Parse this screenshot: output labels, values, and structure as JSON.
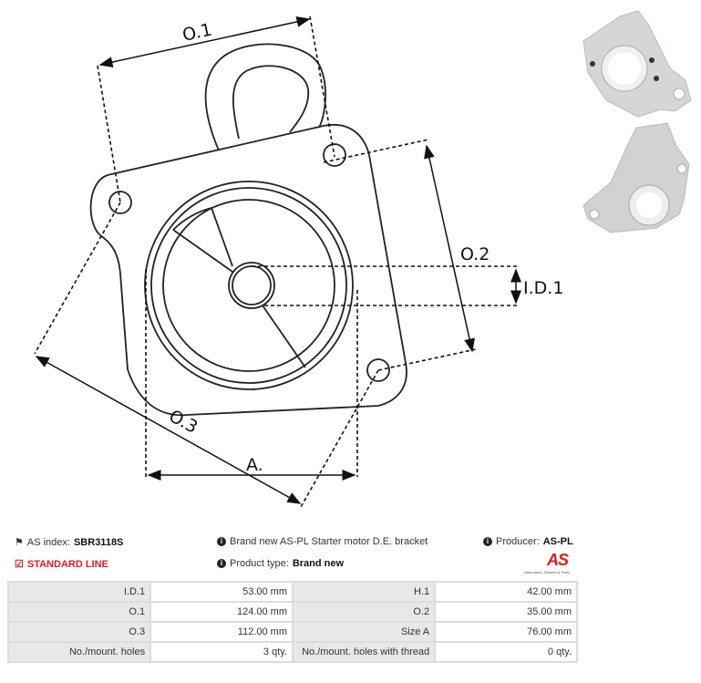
{
  "diagram": {
    "labels": {
      "o1": "O.1",
      "o2": "O.2",
      "o3": "O.3",
      "id1": "I.D.1",
      "a": "A."
    }
  },
  "info": {
    "as_index_label": "AS index:",
    "as_index_value": "SBR3118S",
    "description": "Brand new AS-PL Starter motor D.E. bracket",
    "producer_label": "Producer:",
    "producer_value": "AS-PL",
    "line": "STANDARD LINE",
    "product_type_label": "Product type:",
    "product_type_value": "Brand new",
    "logo_text": "AS",
    "logo_tagline": "Alternators, Starters & Parts"
  },
  "specs": [
    [
      {
        "k": "I.D.1",
        "v": "53.00 mm"
      },
      {
        "k": "H.1",
        "v": "42.00 mm"
      }
    ],
    [
      {
        "k": "O.1",
        "v": "124.00 mm"
      },
      {
        "k": "O.2",
        "v": "35.00 mm"
      }
    ],
    [
      {
        "k": "O.3",
        "v": "112.00 mm"
      },
      {
        "k": "Size A",
        "v": "76.00 mm"
      }
    ],
    [
      {
        "k": "No./mount. holes",
        "v": "3 qty."
      },
      {
        "k": "No./mount. holes with thread",
        "v": "0 qty."
      }
    ]
  ],
  "colors": {
    "accent_red": "#e21a1a",
    "key_cell": "#e8e8e8",
    "border": "#dcdcdc"
  }
}
